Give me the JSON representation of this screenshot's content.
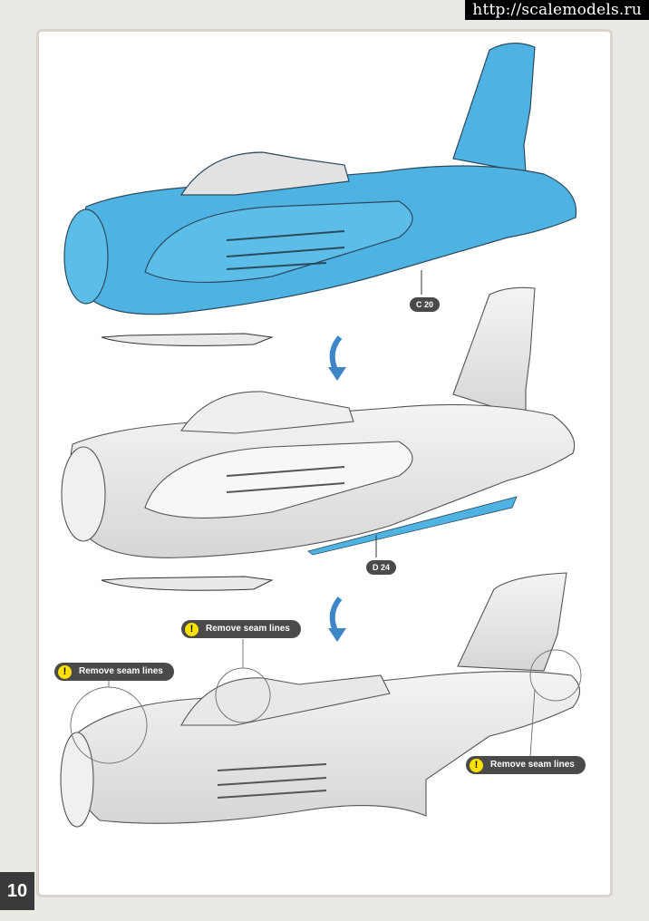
{
  "watermark": "http://scalemodels.ru",
  "page_number": "10",
  "steps": [
    {
      "part_tag": "C 20"
    },
    {
      "part_tag": "D 24"
    }
  ],
  "notes": [
    {
      "label": "Remove seam lines"
    },
    {
      "label": "Remove seam lines"
    },
    {
      "label": "Remove seam lines"
    }
  ],
  "colors": {
    "highlight": "#4eb3e3",
    "arrow": "#3f86c9",
    "warning": "#ffe100",
    "tag_bg": "#4a4a4a"
  },
  "icons": [
    "assembly-arrow-icon",
    "warning-icon"
  ]
}
